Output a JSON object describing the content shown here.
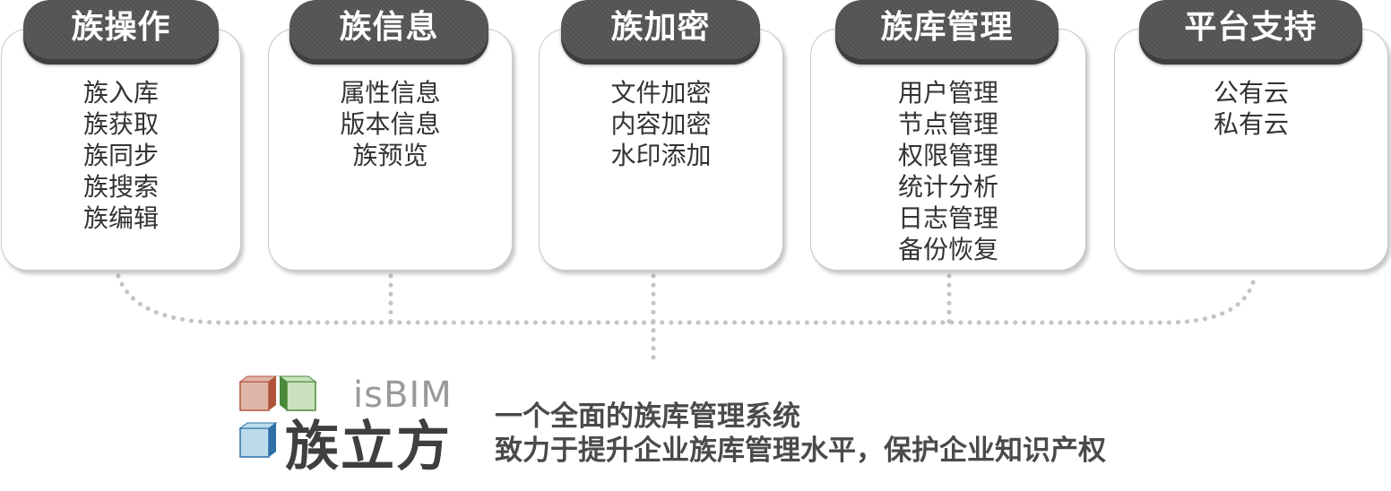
{
  "modules": [
    {
      "title": "族操作",
      "items": [
        "族入库",
        "族获取",
        "族同步",
        "族搜索",
        "族编辑"
      ]
    },
    {
      "title": "族信息",
      "items": [
        "属性信息",
        "版本信息",
        "族预览"
      ]
    },
    {
      "title": "族加密",
      "items": [
        "文件加密",
        "内容加密",
        "水印添加"
      ]
    },
    {
      "title": "族库管理",
      "items": [
        "用户管理",
        "节点管理",
        "权限管理",
        "统计分析",
        "日志管理",
        "备份恢复"
      ]
    },
    {
      "title": "平台支持",
      "items": [
        "公有云",
        "私有云"
      ]
    }
  ],
  "logo": {
    "small_text": "isBIM",
    "brand_text": "族立方",
    "cube_colors": [
      "#e0b6a8",
      "#c9e2bd",
      "#bcdcec"
    ],
    "cube_edge_colors": [
      "#b0533a",
      "#4a8a3a",
      "#2e6fa8"
    ]
  },
  "tagline": {
    "line1": "一个全面的族库管理系统",
    "line2": "致力于提升企业族库管理水平，保护企业知识产权"
  },
  "colors": {
    "pill": "#555555",
    "connector": "#c4c4c4",
    "card_border": "#c8c8c8"
  }
}
